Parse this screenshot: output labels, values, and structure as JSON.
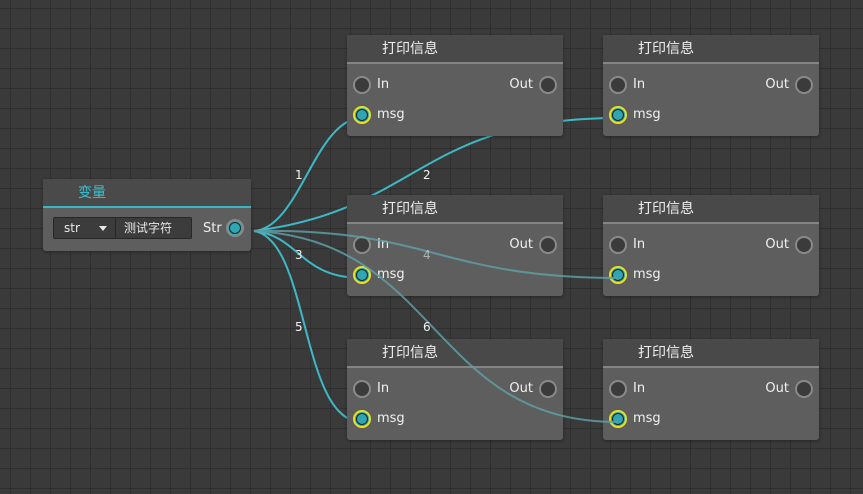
{
  "variable_node": {
    "title": "变量",
    "type_value": "str",
    "value": "测试字符",
    "output_label": "Str"
  },
  "print_nodes": [
    {
      "title": "打印信息",
      "in_label": "In",
      "out_label": "Out",
      "msg_label": "msg"
    },
    {
      "title": "打印信息",
      "in_label": "In",
      "out_label": "Out",
      "msg_label": "msg"
    },
    {
      "title": "打印信息",
      "in_label": "In",
      "out_label": "Out",
      "msg_label": "msg"
    },
    {
      "title": "打印信息",
      "in_label": "In",
      "out_label": "Out",
      "msg_label": "msg"
    },
    {
      "title": "打印信息",
      "in_label": "In",
      "out_label": "Out",
      "msg_label": "msg"
    },
    {
      "title": "打印信息",
      "in_label": "In",
      "out_label": "Out",
      "msg_label": "msg"
    }
  ],
  "connections": [
    {
      "label": "1"
    },
    {
      "label": "2"
    },
    {
      "label": "3"
    },
    {
      "label": "4"
    },
    {
      "label": "5"
    },
    {
      "label": "6"
    }
  ],
  "colors": {
    "wire": "#3fb8c6",
    "wire_faded": "#5e9da4",
    "data_pin": "#2fa6b4",
    "pin_ring": "#e9e21a",
    "variable_accent": "#39c2d0"
  }
}
